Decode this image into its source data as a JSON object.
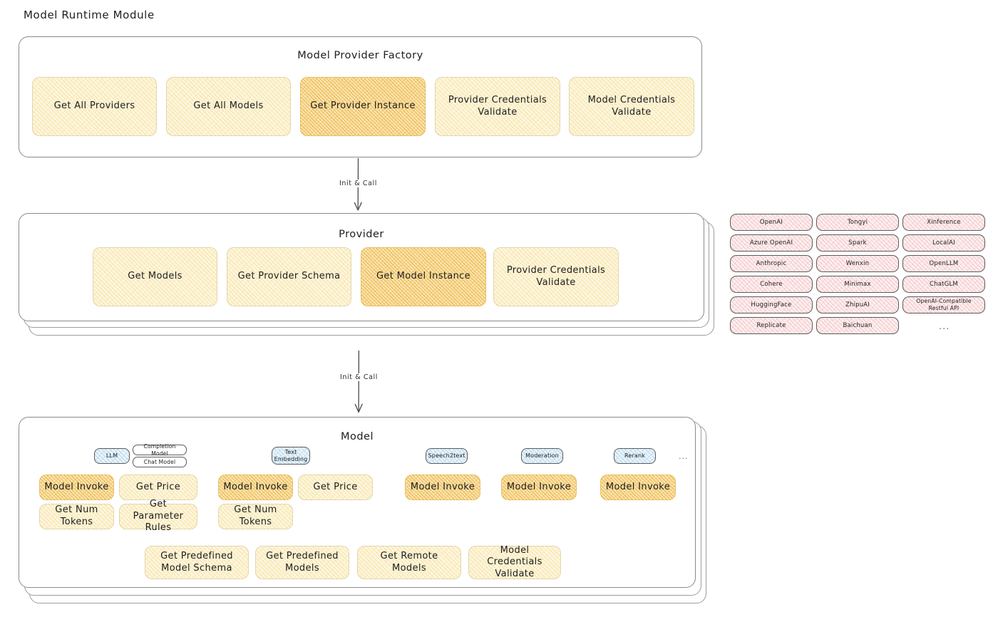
{
  "page": {
    "title": "Model Runtime Module",
    "background": "#ffffff",
    "accent_amber": "#fdf6df",
    "accent_amber_hot": "#fbe6b4",
    "accent_rose": "#fdeff0",
    "accent_blue": "#eaf4fb",
    "stroke": "#8a8a8a"
  },
  "factory": {
    "title": "Model Provider Factory",
    "nodes": [
      {
        "label": "Get All Providers",
        "highlight": false
      },
      {
        "label": "Get All Models",
        "highlight": false
      },
      {
        "label": "Get Provider Instance",
        "highlight": true
      },
      {
        "label": "Provider Credentials Validate",
        "highlight": false
      },
      {
        "label": "Model Credentials Validate",
        "highlight": false
      }
    ]
  },
  "arrows": [
    {
      "label": "Init & Call"
    },
    {
      "label": "Init & Call"
    }
  ],
  "provider": {
    "title": "Provider",
    "nodes": [
      {
        "label": "Get Models",
        "highlight": false
      },
      {
        "label": "Get Provider Schema",
        "highlight": false
      },
      {
        "label": "Get Model Instance",
        "highlight": true
      },
      {
        "label": "Provider Credentials Validate",
        "highlight": false
      }
    ]
  },
  "provider_list": {
    "columns": [
      [
        "OpenAI",
        "Azure OpenAI",
        "Anthropic",
        "Cohere",
        "HuggingFace",
        "Replicate"
      ],
      [
        "Tongyi",
        "Spark",
        "Wenxin",
        "Minimax",
        "ZhipuAI",
        "Baichuan"
      ],
      [
        "Xinference",
        "LocalAI",
        "OpenLLM",
        "ChatGLM",
        "OpenAI-Compatible Restful API"
      ]
    ],
    "more": "..."
  },
  "model": {
    "title": "Model",
    "more": "...",
    "types": [
      {
        "name": "LLM",
        "subtypes": [
          "Completion Model",
          "Chat Model"
        ],
        "methods": [
          {
            "label": "Model Invoke",
            "highlight": true
          },
          {
            "label": "Get Price",
            "highlight": false
          },
          {
            "label": "Get Num Tokens",
            "highlight": false
          },
          {
            "label": "Get Parameter Rules",
            "highlight": false
          }
        ]
      },
      {
        "name": "Text Embedding",
        "subtypes": [],
        "methods": [
          {
            "label": "Model Invoke",
            "highlight": true
          },
          {
            "label": "Get Price",
            "highlight": false
          },
          {
            "label": "Get Num Tokens",
            "highlight": false
          }
        ]
      },
      {
        "name": "Speech2text",
        "subtypes": [],
        "methods": [
          {
            "label": "Model Invoke",
            "highlight": true
          }
        ]
      },
      {
        "name": "Moderation",
        "subtypes": [],
        "methods": [
          {
            "label": "Model Invoke",
            "highlight": true
          }
        ]
      },
      {
        "name": "Rerank",
        "subtypes": [],
        "methods": [
          {
            "label": "Model Invoke",
            "highlight": true
          }
        ]
      }
    ],
    "common_methods": [
      "Get Predefined Model Schema",
      "Get Predefined Models",
      "Get Remote Models",
      "Model Credentials Validate"
    ]
  }
}
